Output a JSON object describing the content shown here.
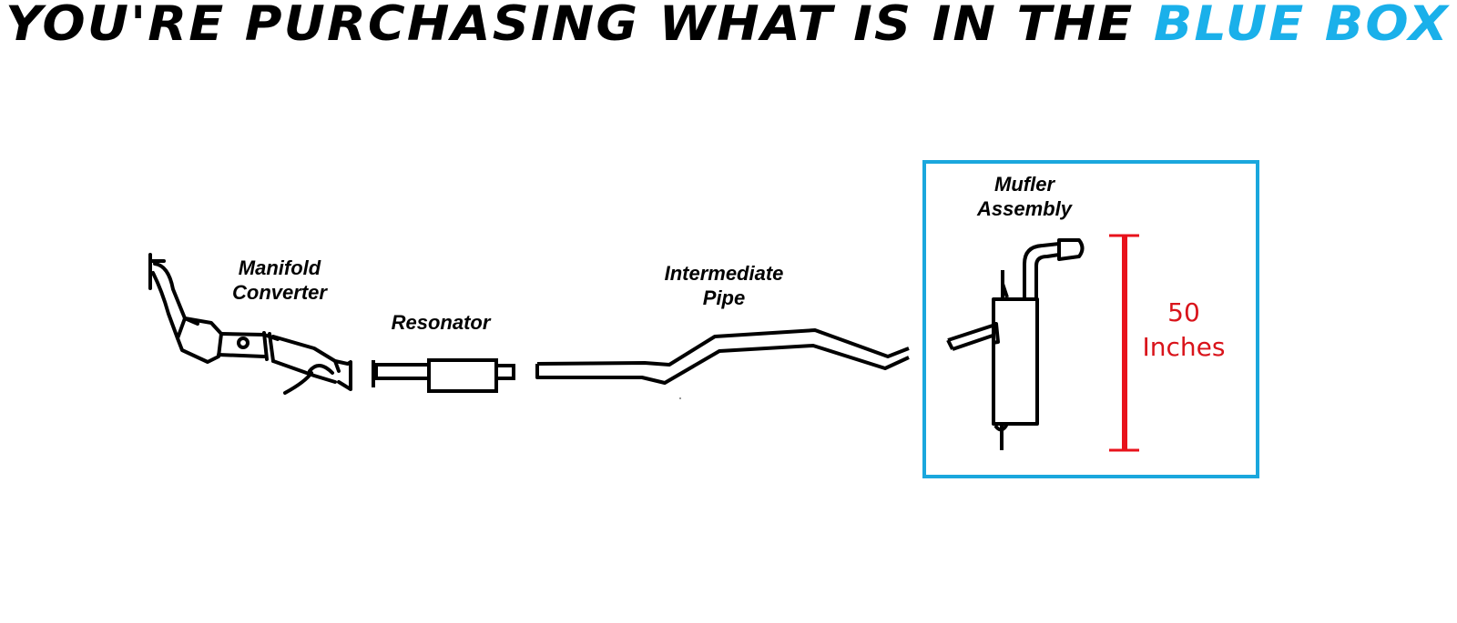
{
  "headline": {
    "prefix": "YOU'RE PURCHASING WHAT IS IN THE ",
    "highlight": "BLUE BOX",
    "highlight_color": "#1ab0ea"
  },
  "parts": [
    {
      "id": "manifold-converter",
      "line1": "Manifold",
      "line2": "Converter",
      "in_blue_box": false
    },
    {
      "id": "resonator",
      "line1": "Resonator",
      "line2": "",
      "in_blue_box": false
    },
    {
      "id": "intermediate-pipe",
      "line1": "Intermediate",
      "line2": "Pipe",
      "in_blue_box": false
    },
    {
      "id": "muffler-assembly",
      "line1": "Mufler",
      "line2": "Assembly",
      "in_blue_box": true
    }
  ],
  "dimension": {
    "value": "50",
    "unit": "Inches",
    "color": "#d9141b"
  },
  "blue_box_color": "#1aa7dd"
}
